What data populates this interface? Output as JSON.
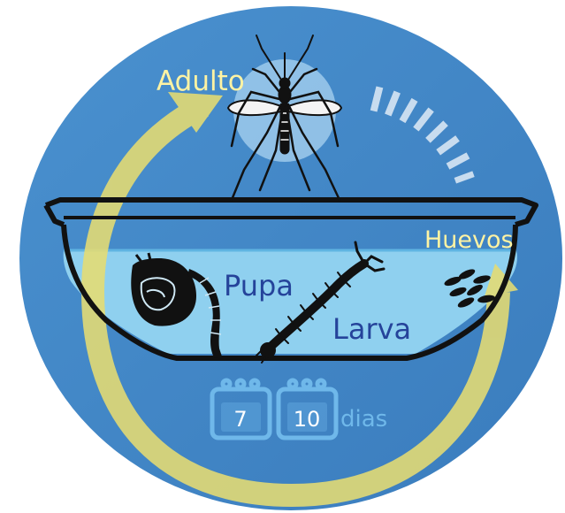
{
  "labels": {
    "adult": "Adulto",
    "eggs": "Huevos",
    "pupa": "Pupa",
    "larva": "Larva",
    "days_unit": "dias"
  },
  "calendars": [
    {
      "value": "7"
    },
    {
      "value": "10"
    }
  ],
  "colors": {
    "circle_bg": "#3f86c6",
    "circle_dark": "#2e6fae",
    "water": "#8fd0ef",
    "arrow": "#e6dc72",
    "label_yellow": "#fff3a3",
    "label_dark": "#25439a",
    "calendar": "#6fb8ea",
    "bowl_outline": "#111111",
    "moon": "#a9d3f0"
  },
  "icons": [
    "mosquito-adult-icon",
    "pupa-icon",
    "larva-icon",
    "eggs-icon",
    "calendar-icon"
  ]
}
